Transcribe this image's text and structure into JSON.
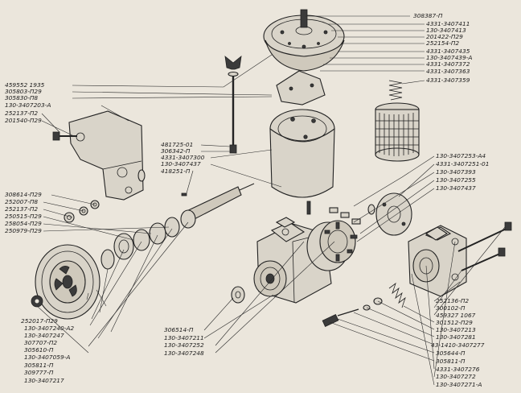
{
  "labels": {
    "top_right": [
      "308387-П",
      "4331-3407411",
      "130-3407413",
      "201422-П29",
      "252154-П2",
      "4331-3407435",
      "130-3407439-А",
      "4331-3407372",
      "4331-3407363",
      "4331-3407359"
    ],
    "top_left": [
      "459552 1935",
      "305803-П29",
      "305830-П8",
      "130-3407203-А",
      "252137-П2",
      "201540-П29"
    ],
    "center": [
      "481725-01",
      "306342-П",
      "4331-3407300",
      "130-3407437",
      "418251-П"
    ],
    "mid_right": [
      "130-3407253-А4",
      "4331-3407251-01",
      "130-3407393",
      "130-3407255",
      "130-3407437"
    ],
    "mid_left": [
      "308614-П29",
      "252007-П8",
      "252137-П2",
      "250515-П29",
      "258054-П29",
      "250979-П29"
    ],
    "bottom_left": [
      "252017-П29",
      "130-3407240-А2",
      "130-3407247",
      "307707-П2",
      "305610-П",
      "130-3407059-А",
      "305811-П",
      "309777-П",
      "130-3407217"
    ],
    "bottom_center": [
      "306514-П",
      "130-3407211",
      "130-3407252",
      "130-3407248"
    ],
    "bottom_right": [
      "252136-П2",
      "300102-П",
      "459327 1067",
      "301512-П29",
      "130-3407213",
      "130-3407281",
      "43-1410-3407277",
      "305644-П",
      "305811-П",
      "4331-3407276",
      "130-3407272",
      "130-3407271-А"
    ]
  }
}
